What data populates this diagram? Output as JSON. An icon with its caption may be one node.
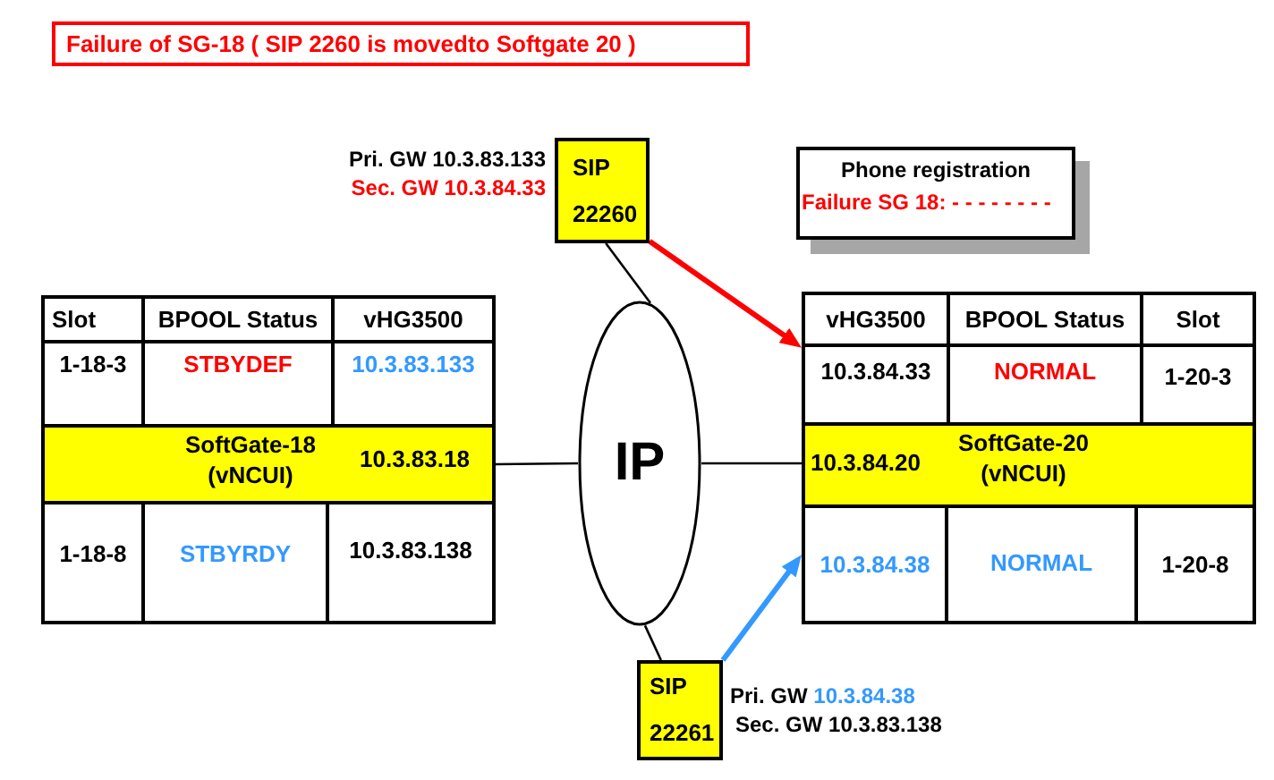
{
  "diagram": {
    "title": "Failure of SG-18 ( SIP 2260 is movedto Softgate 20 )",
    "nodes": [
      {
        "text": [
          "SIP 22260"
        ],
        "beside": [
          "Pri. GW 10.3.83.133",
          "Sec. GW 10.3.84.33"
        ]
      },
      {
        "text": [
          "Phone registration",
          "Failure SG 18: - - - - - - - -"
        ]
      },
      {
        "text": [],
        "shape": "box"
      },
      {
        "text": [
          "Slot"
        ],
        "in": 2
      },
      {
        "text": [
          "BPOOL Status"
        ],
        "in": 2
      },
      {
        "text": [
          "vHG3500"
        ],
        "in": 2
      },
      {
        "text": [
          "1-18-3"
        ],
        "in": 2
      },
      {
        "text": [
          "STBYDEF"
        ],
        "in": 2
      },
      {
        "text": [
          "10.3.83.133"
        ],
        "in": 2
      },
      {
        "text": [
          "SoftGate-18 (vNCUI)",
          "10.3.83.18"
        ],
        "in": 2
      },
      {
        "text": [
          "1-18-8"
        ],
        "in": 2
      },
      {
        "text": [
          "STBYRDY"
        ],
        "in": 2
      },
      {
        "text": [
          "10.3.83.138"
        ],
        "in": 2
      },
      {
        "text": [
          "IP"
        ]
      },
      {
        "text": [],
        "shape": "box"
      },
      {
        "text": [
          "vHG3500"
        ],
        "in": 14
      },
      {
        "text": [
          "BPOOL Status"
        ],
        "in": 14
      },
      {
        "text": [
          "Slot"
        ],
        "in": 14
      },
      {
        "text": [
          "10.3.84.33"
        ],
        "in": 14
      },
      {
        "text": [
          "NORMAL"
        ],
        "in": 14
      },
      {
        "text": [
          "1-20-3"
        ],
        "in": 14
      },
      {
        "text": [
          "10.3.84.20",
          "SoftGate-20 (vNCUI)"
        ],
        "in": 14
      },
      {
        "text": [
          "10.3.84.38"
        ],
        "in": 14
      },
      {
        "text": [
          "NORMAL"
        ],
        "in": 14
      },
      {
        "text": [
          "1-20-8"
        ],
        "in": 14
      },
      {
        "text": [
          "SIP 22261"
        ],
        "beside": [
          "Pri. GW 10.3.84.38",
          "Sec. GW 10.3.83.138"
        ]
      }
    ],
    "edges": [
      {
        "from": 0,
        "to": 13,
        "arrow": "none"
      },
      {
        "from": 0,
        "to": 18,
        "arrow": "to",
        "style": "thick",
        "color": "#ff0000"
      },
      {
        "from": 13,
        "to": 9,
        "arrow": "none"
      },
      {
        "from": 13,
        "to": 21,
        "arrow": "none"
      },
      {
        "from": 25,
        "to": 13,
        "arrow": "none"
      },
      {
        "from": 25,
        "to": 22,
        "arrow": "to",
        "style": "thick",
        "color": "#3399ff"
      }
    ]
  }
}
